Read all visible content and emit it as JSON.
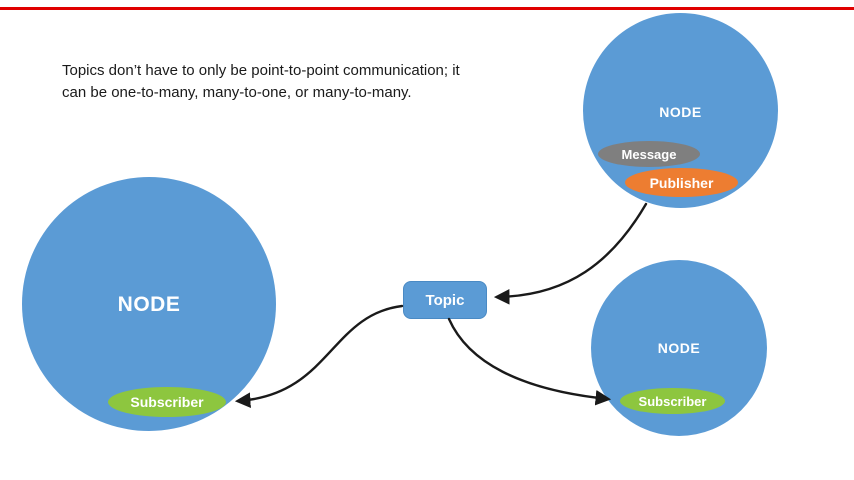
{
  "annotation": {
    "line1": "Topics don’t have to only be point-to-point communication; it",
    "line2": "can be one-to-many, many-to-one, or many-to-many."
  },
  "nodes": {
    "left": {
      "label": "NODE",
      "subscriber_label": "Subscriber"
    },
    "top_right": {
      "label": "NODE",
      "message_label": "Message",
      "publisher_label": "Publisher"
    },
    "bottom_right": {
      "label": "NODE",
      "subscriber_label": "Subscriber"
    }
  },
  "topic": {
    "label": "Topic"
  },
  "colors": {
    "node_blue": "#5b9bd5",
    "subscriber_green": "#8dc63f",
    "publisher_orange": "#ed7d31",
    "message_gray": "#7f7f7f",
    "arrow_black": "#1a1a1a",
    "top_line_red": "#e00000",
    "text_black": "#1a1a1a",
    "label_white": "#ffffff"
  }
}
